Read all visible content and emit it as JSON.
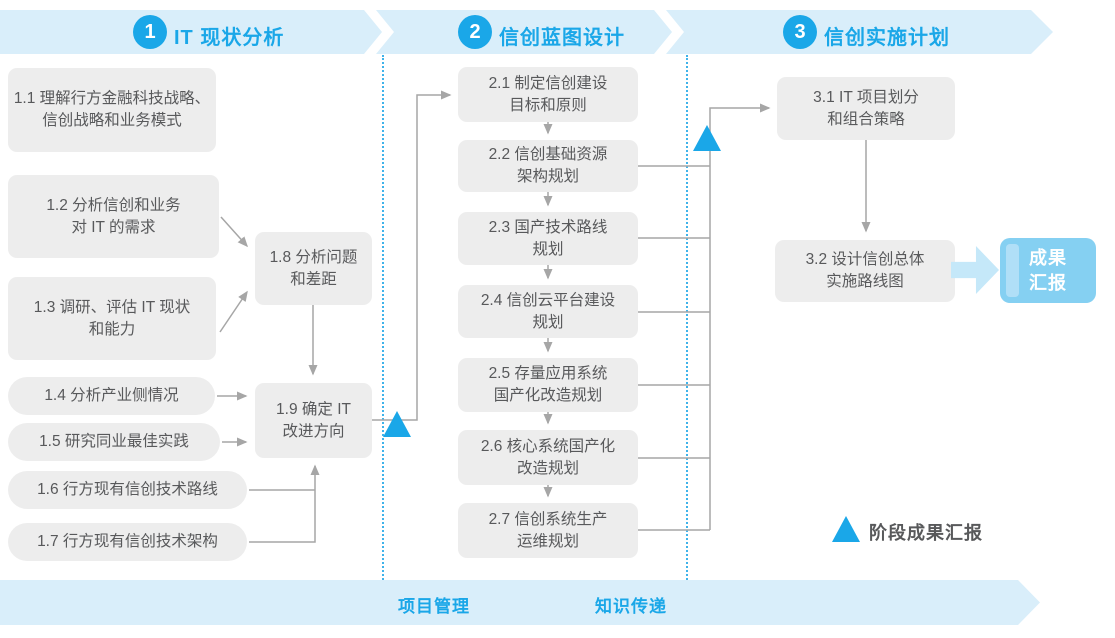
{
  "colors": {
    "accent": "#1aa7e8",
    "band": "#d9eefa",
    "box_bg": "#ededed",
    "box_text": "#58595b",
    "connector": "#a6a6a6",
    "triangle": "#1aa7e8",
    "result_box_bg": "#85d0f2",
    "block_arrow": "#c5e8f9"
  },
  "phases": [
    {
      "number": "1",
      "title": "IT 现状分析"
    },
    {
      "number": "2",
      "title": "信创蓝图设计"
    },
    {
      "number": "3",
      "title": "信创实施计划"
    }
  ],
  "boxes": {
    "b1_1": "1.1 理解行方金融科技战略、\n信创战略和业务模式",
    "b1_2": "1.2 分析信创和业务\n对 IT 的需求",
    "b1_3": "1.3 调研、评估 IT 现状\n和能力",
    "b1_4": "1.4 分析产业侧情况",
    "b1_5": "1.5 研究同业最佳实践",
    "b1_6": "1.6 行方现有信创技术路线",
    "b1_7": "1.7 行方现有信创技术架构",
    "b1_8": "1.8 分析问题\n和差距",
    "b1_9": "1.9 确定 IT\n改进方向",
    "b2_1": "2.1 制定信创建设\n目标和原则",
    "b2_2": "2.2 信创基础资源\n架构规划",
    "b2_3": "2.3 国产技术路线\n规划",
    "b2_4": "2.4 信创云平台建设\n规划",
    "b2_5": "2.5 存量应用系统\n国产化改造规划",
    "b2_6": "2.6 核心系统国产化\n改造规划",
    "b2_7": "2.7 信创系统生产\n运维规划",
    "b3_1": "3.1 IT 项目划分\n和组合策略",
    "b3_2": "3.2 设计信创总体\n实施路线图"
  },
  "result_box": "成果\n汇报",
  "legend": {
    "label": "阶段成果汇报"
  },
  "footer": {
    "left_label": "项目管理",
    "right_label": "知识传递"
  }
}
